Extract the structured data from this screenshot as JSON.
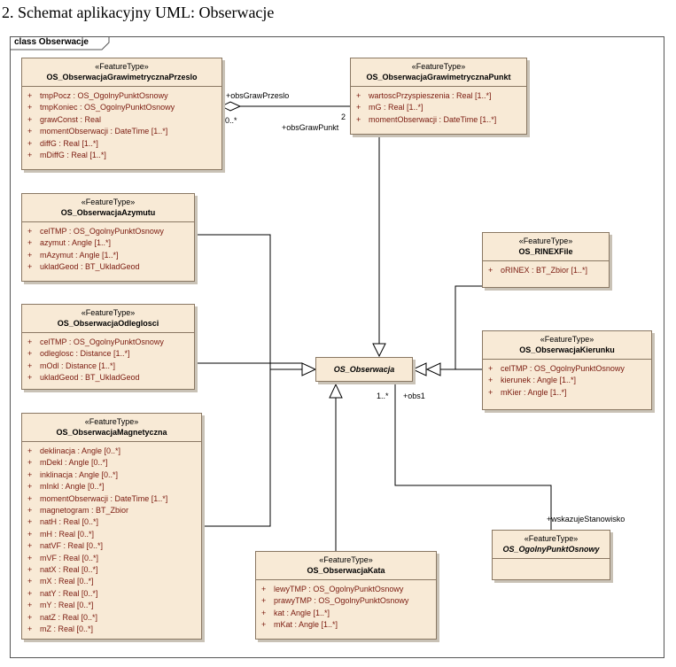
{
  "heading": "2. Schemat aplikacyjny UML: Obserwacje",
  "frame_label": "class Obserwacje",
  "abstract_class": "OS_Obserwacja",
  "classes": {
    "przeslo": {
      "stereotype": "«FeatureType»",
      "name": "OS_ObserwacjaGrawimetrycznaPrzeslo",
      "attrs": [
        {
          "vis": "+",
          "text": "tmpPocz : OS_OgolnyPunktOsnowy"
        },
        {
          "vis": "+",
          "text": "tmpKoniec : OS_OgolnyPunktOsnowy"
        },
        {
          "vis": "+",
          "text": "grawConst : Real"
        },
        {
          "vis": "+",
          "text": "momentObserwacji : DateTime [1..*]"
        },
        {
          "vis": "+",
          "text": "diffG : Real [1..*]"
        },
        {
          "vis": "+",
          "text": "mDiffG : Real [1..*]"
        }
      ]
    },
    "punkt": {
      "stereotype": "«FeatureType»",
      "name": "OS_ObserwacjaGrawimetrycznaPunkt",
      "attrs": [
        {
          "vis": "+",
          "text": "wartoscPrzyspieszenia : Real [1..*]"
        },
        {
          "vis": "+",
          "text": "mG : Real [1..*]"
        },
        {
          "vis": "+",
          "text": "momentObserwacji : DateTime [1..*]"
        }
      ]
    },
    "azymutu": {
      "stereotype": "«FeatureType»",
      "name": "OS_ObserwacjaAzymutu",
      "attrs": [
        {
          "vis": "+",
          "text": "celTMP : OS_OgolnyPunktOsnowy"
        },
        {
          "vis": "+",
          "text": "azymut : Angle [1..*]"
        },
        {
          "vis": "+",
          "text": "mAzymut : Angle [1..*]"
        },
        {
          "vis": "+",
          "text": "ukladGeod : BT_UkladGeod"
        }
      ]
    },
    "odleglosci": {
      "stereotype": "«FeatureType»",
      "name": "OS_ObserwacjaOdleglosci",
      "attrs": [
        {
          "vis": "+",
          "text": "celTMP : OS_OgolnyPunktOsnowy"
        },
        {
          "vis": "+",
          "text": "odleglosc : Distance [1..*]"
        },
        {
          "vis": "+",
          "text": "mOdl : Distance [1..*]"
        },
        {
          "vis": "+",
          "text": "ukladGeod : BT_UkladGeod"
        }
      ]
    },
    "magnetyczna": {
      "stereotype": "«FeatureType»",
      "name": "OS_ObserwacjaMagnetyczna",
      "attrs": [
        {
          "vis": "+",
          "text": "deklinacja : Angle [0..*]"
        },
        {
          "vis": "+",
          "text": "mDekl : Angle [0..*]"
        },
        {
          "vis": "+",
          "text": "inklinacja : Angle [0..*]"
        },
        {
          "vis": "+",
          "text": "mInkl : Angle [0..*]"
        },
        {
          "vis": "+",
          "text": "momentObserwacji : DateTime [1..*]"
        },
        {
          "vis": "+",
          "text": "magnetogram : BT_Zbior"
        },
        {
          "vis": "+",
          "text": "natH : Real [0..*]"
        },
        {
          "vis": "+",
          "text": "mH : Real [0..*]"
        },
        {
          "vis": "+",
          "text": "natVF : Real [0..*]"
        },
        {
          "vis": "+",
          "text": "mVF : Real [0..*]"
        },
        {
          "vis": "+",
          "text": "natX : Real [0..*]"
        },
        {
          "vis": "+",
          "text": "mX : Real [0..*]"
        },
        {
          "vis": "+",
          "text": "natY : Real [0..*]"
        },
        {
          "vis": "+",
          "text": "mY : Real [0..*]"
        },
        {
          "vis": "+",
          "text": "natZ : Real [0..*]"
        },
        {
          "vis": "+",
          "text": "mZ : Real [0..*]"
        }
      ]
    },
    "rinex": {
      "stereotype": "«FeatureType»",
      "name": "OS_RINEXFile",
      "attrs": [
        {
          "vis": "+",
          "text": "oRINEX : BT_Zbior [1..*]"
        }
      ]
    },
    "kierunku": {
      "stereotype": "«FeatureType»",
      "name": "OS_ObserwacjaKierunku",
      "attrs": [
        {
          "vis": "+",
          "text": "celTMP : OS_OgolnyPunktOsnowy"
        },
        {
          "vis": "+",
          "text": "kierunek : Angle [1..*]"
        },
        {
          "vis": "+",
          "text": "mKier : Angle [1..*]"
        }
      ]
    },
    "kata": {
      "stereotype": "«FeatureType»",
      "name": "OS_ObserwacjaKata",
      "attrs": [
        {
          "vis": "+",
          "text": "lewyTMP : OS_OgolnyPunktOsnowy"
        },
        {
          "vis": "+",
          "text": "prawyTMP : OS_OgolnyPunktOsnowy"
        },
        {
          "vis": "+",
          "text": "kat : Angle [1..*]"
        },
        {
          "vis": "+",
          "text": "mKat : Angle [1..*]"
        }
      ]
    },
    "ogolny": {
      "stereotype": "«FeatureType»",
      "name": "OS_OgolnyPunktOsnowy",
      "attrs": []
    }
  },
  "assoc_labels": {
    "obsGrawPrzeslo": "+obsGrawPrzeslo",
    "mult_przeslo": "0..*",
    "mult_punkt": "2",
    "obsGrawPunkt": "+obsGrawPunkt",
    "mult_obs": "1..*",
    "obs1": "+obs1",
    "wskazujeStanowisko": "+wskazujeStanowisko"
  },
  "colors": {
    "box_fill": "#f8ead6",
    "box_border": "#8a7863",
    "attr_text": "#7a1a0f"
  }
}
